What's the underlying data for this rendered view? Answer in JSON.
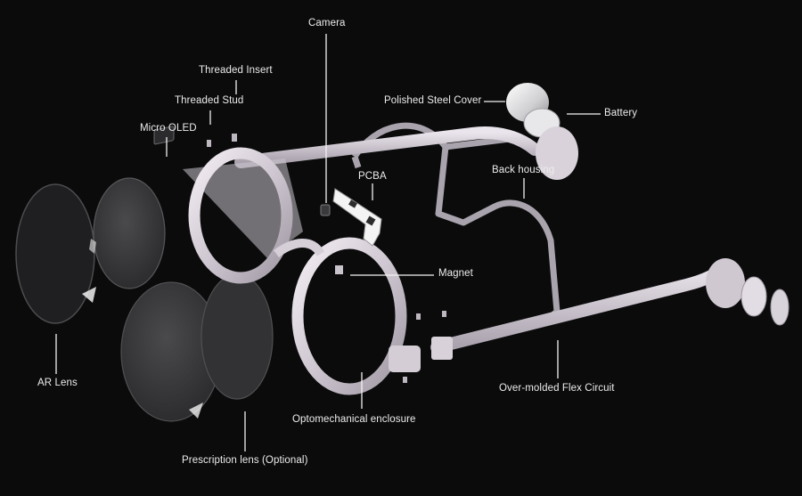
{
  "diagram": {
    "labels": {
      "camera": "Camera",
      "threaded_insert": "Threaded Insert",
      "threaded_stud": "Threaded Stud",
      "micro_oled": "Micro OLED",
      "polished_steel_cover": "Polished Steel Cover",
      "battery": "Battery",
      "back_housing": "Back housing",
      "pcba": "PCBA",
      "magnet": "Magnet",
      "ar_lens": "AR Lens",
      "over_molded_flex_circuit": "Over-molded Flex Circuit",
      "optomechanical_enclosure": "Optomechanical enclosure",
      "prescription_lens": "Prescription lens (Optional)"
    },
    "colors": {
      "background": "#0b0b0b",
      "frame": "#d9d2da",
      "lens": "#3a3a3c",
      "text": "#ececec",
      "leader_line": "#f2f2f2"
    }
  }
}
